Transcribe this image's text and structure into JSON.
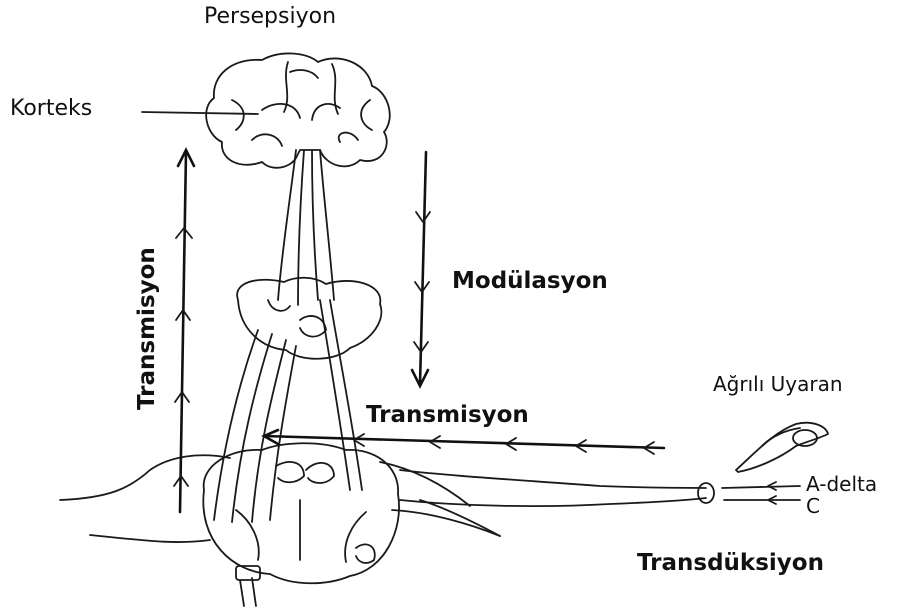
{
  "labels": {
    "perception": "Persepsiyon",
    "cortex": "Korteks",
    "modulation": "Modülasyon",
    "transmission_vertical": "Transmisyon",
    "transmission_horizontal": "Transmisyon",
    "painful_stimulus": "Ağrılı Uyaran",
    "a_delta": "A-delta",
    "c_fiber": "C",
    "transduction": "Transdüksiyon"
  }
}
